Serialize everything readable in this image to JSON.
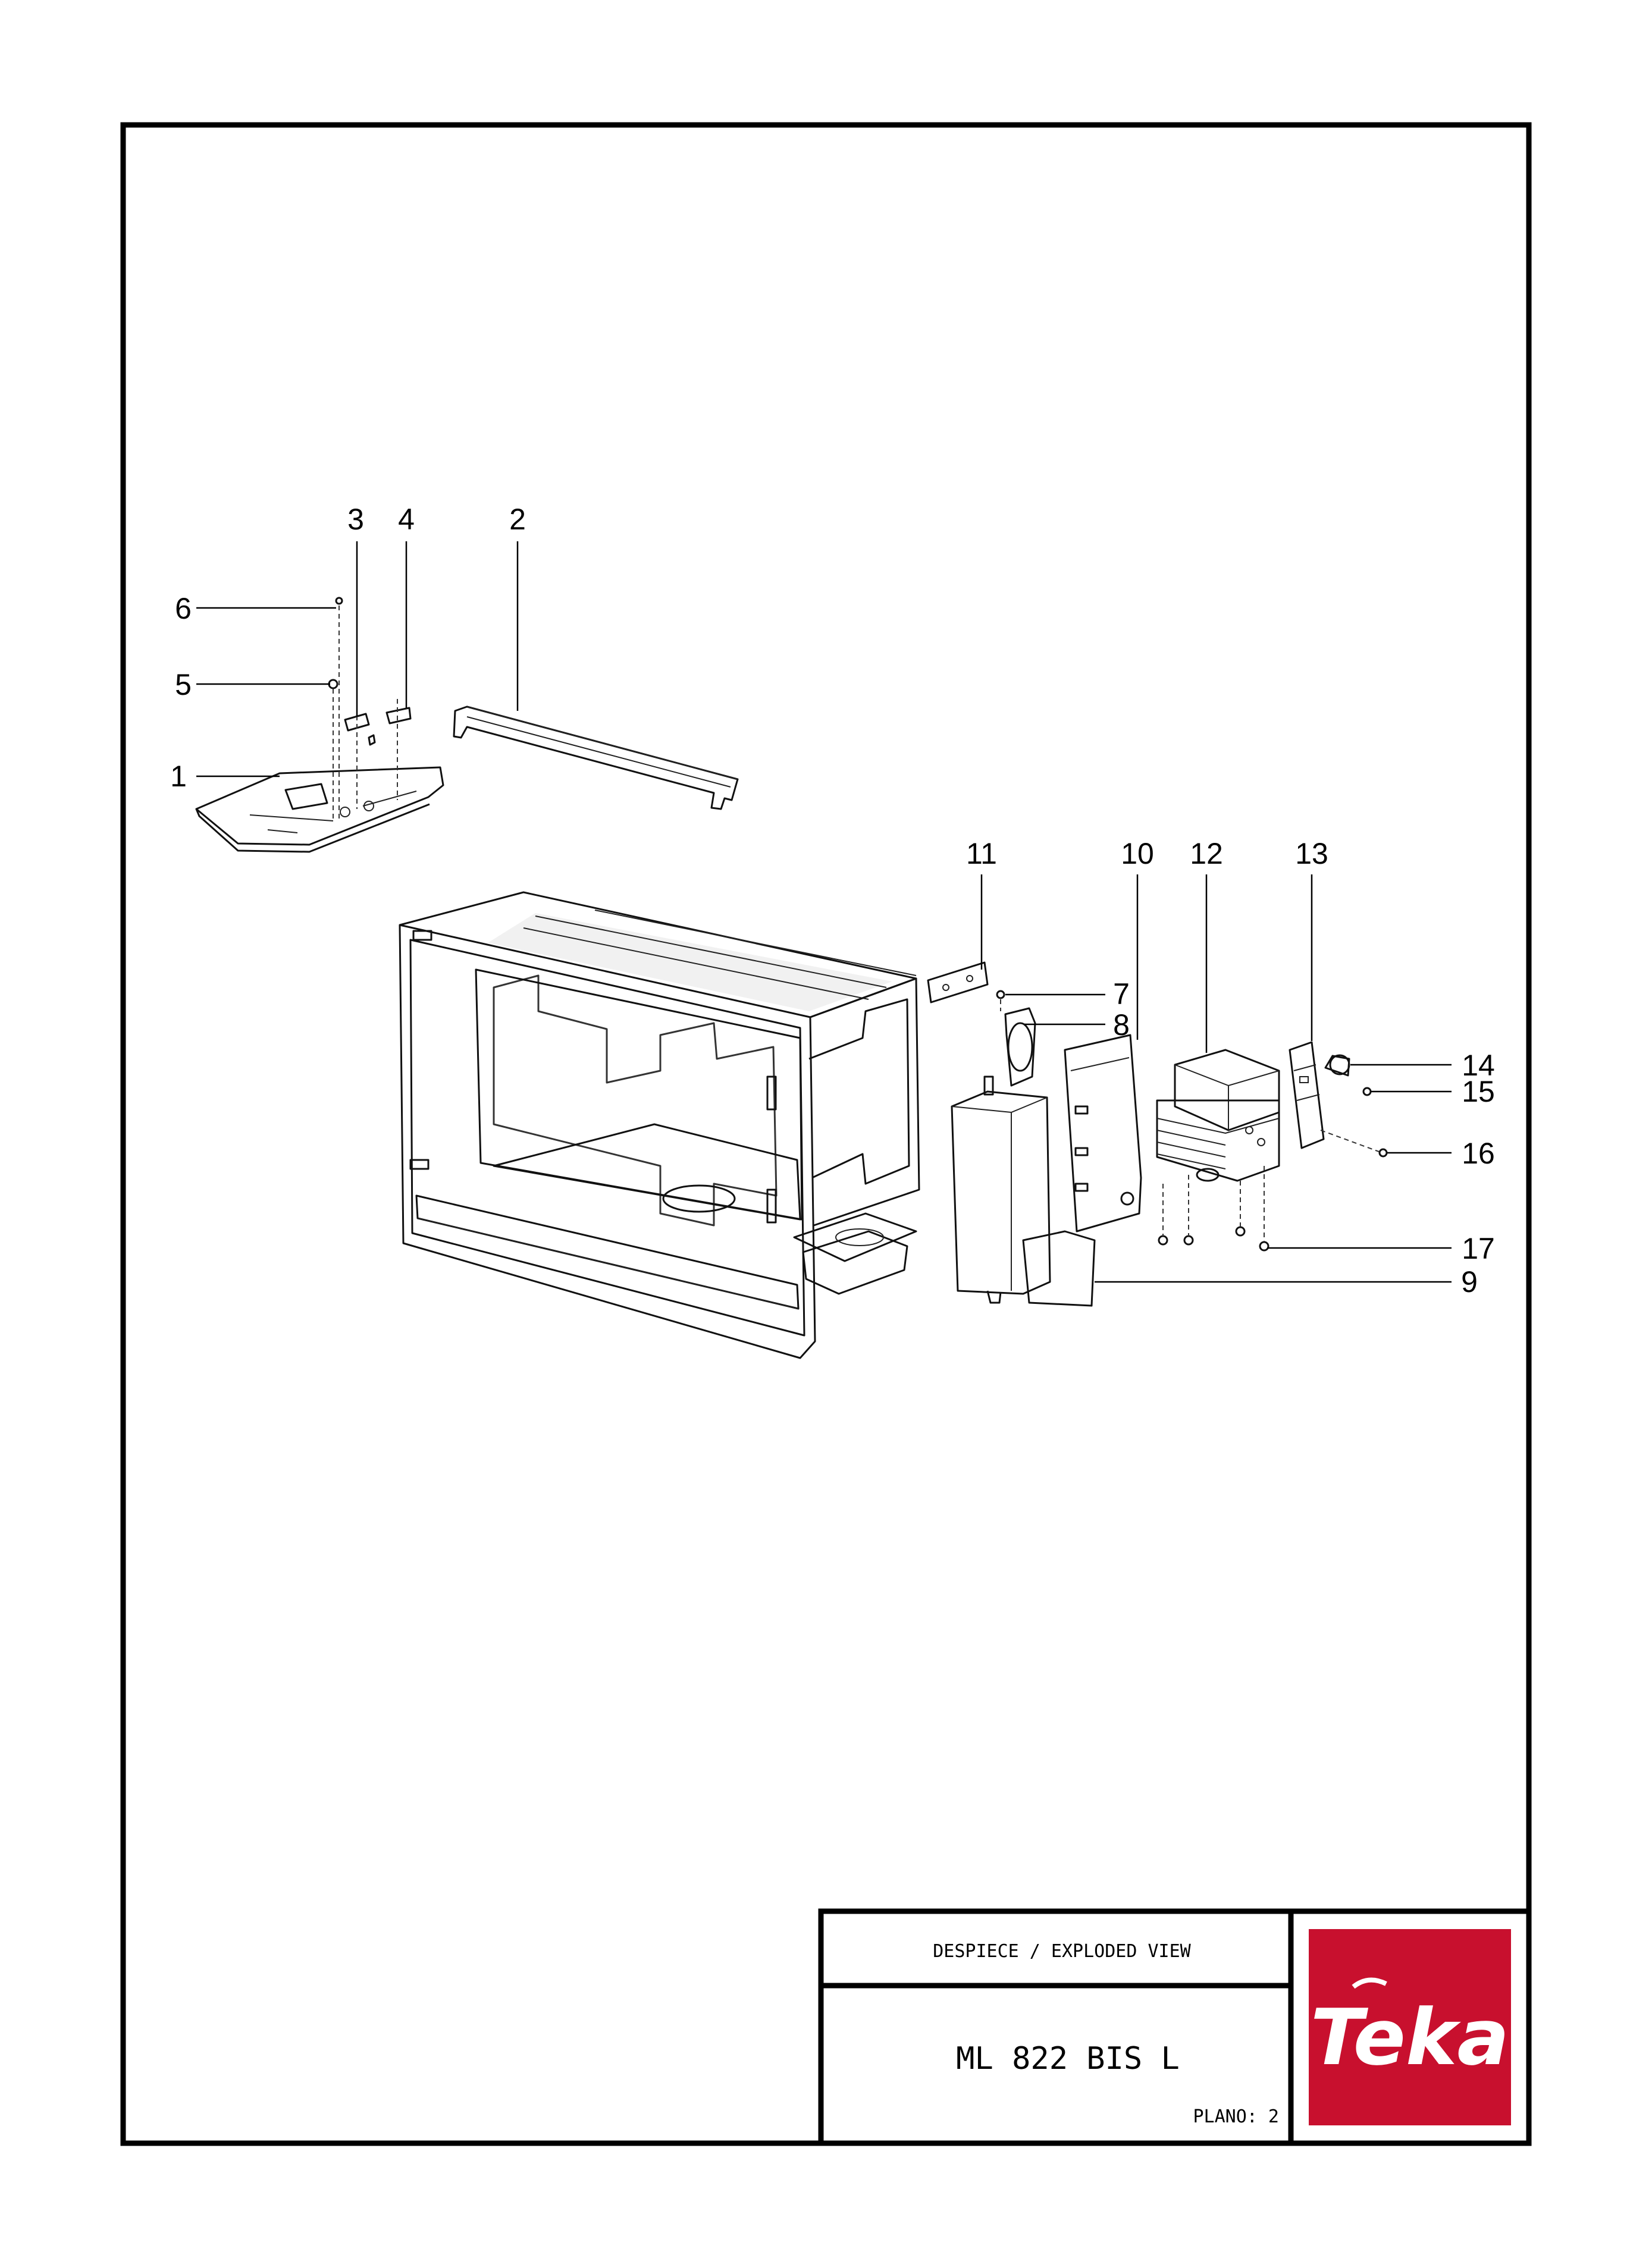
{
  "title_block": {
    "heading": "DESPIECE / EXPLODED VIEW",
    "model": "ML 822 BIS L",
    "sheet": "PLANO: 2"
  },
  "brand": {
    "logo_text": "Teka",
    "logo_color": "#c8102e"
  },
  "callouts": [
    "1",
    "2",
    "3",
    "4",
    "5",
    "6",
    "7",
    "8",
    "9",
    "10",
    "11",
    "12",
    "13",
    "14",
    "15",
    "16",
    "17"
  ]
}
